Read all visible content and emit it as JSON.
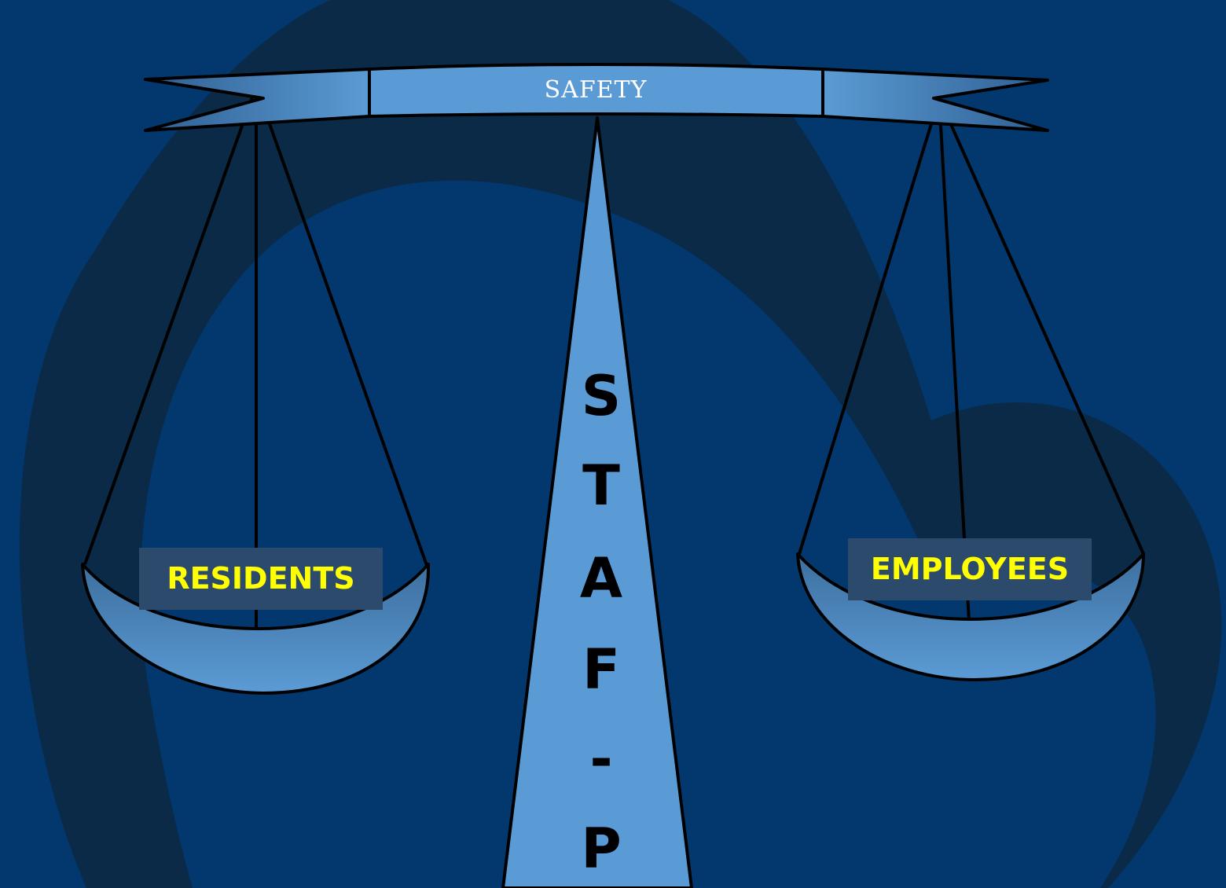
{
  "diagram": {
    "beam_label": "SAFETY",
    "left_pan_label": "RESIDENTS",
    "right_pan_label": "EMPLOYEES",
    "stem_letters": [
      "S",
      "T",
      "A",
      "F",
      "-",
      "P"
    ]
  },
  "colors": {
    "background": "#02386e",
    "swoosh": "#0a2a48",
    "beam_fill": "#5b9bd5",
    "label_box": "#2c4a6b",
    "label_text": "#ffff00",
    "outline": "#000000"
  }
}
